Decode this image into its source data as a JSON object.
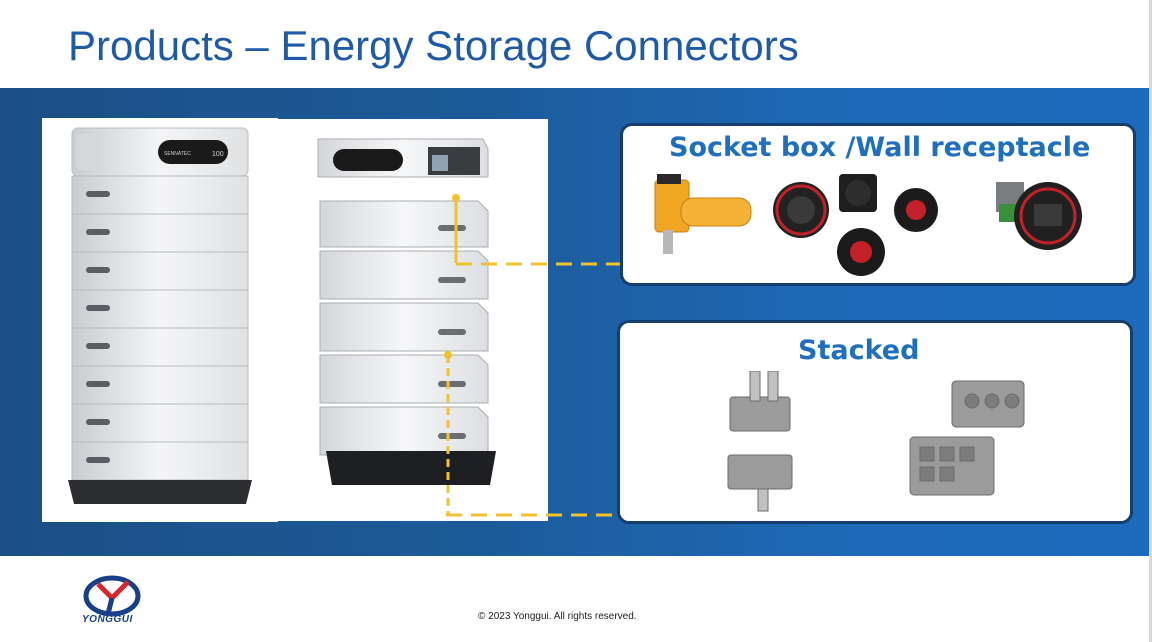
{
  "slide": {
    "title": "Products – Energy Storage Connectors",
    "panels": {
      "socket_box": {
        "title": "Socket box /Wall receptacle"
      },
      "stacked": {
        "title": "Stacked"
      }
    },
    "footer": {
      "logo_text": "YONGGUI",
      "copyright": "© 2023 Yonggui. All rights reserved."
    },
    "device_brand": "SENNATEC",
    "device_display": "100"
  },
  "colors": {
    "title": "#1e5aa8",
    "band_start": "#1b4f86",
    "band_end": "#1d6bbd",
    "panel_border": "#153e6e",
    "panel_title": "#1e6fc0",
    "dashed_line": "#f2c12e",
    "connector_orange": "#f0a623"
  }
}
